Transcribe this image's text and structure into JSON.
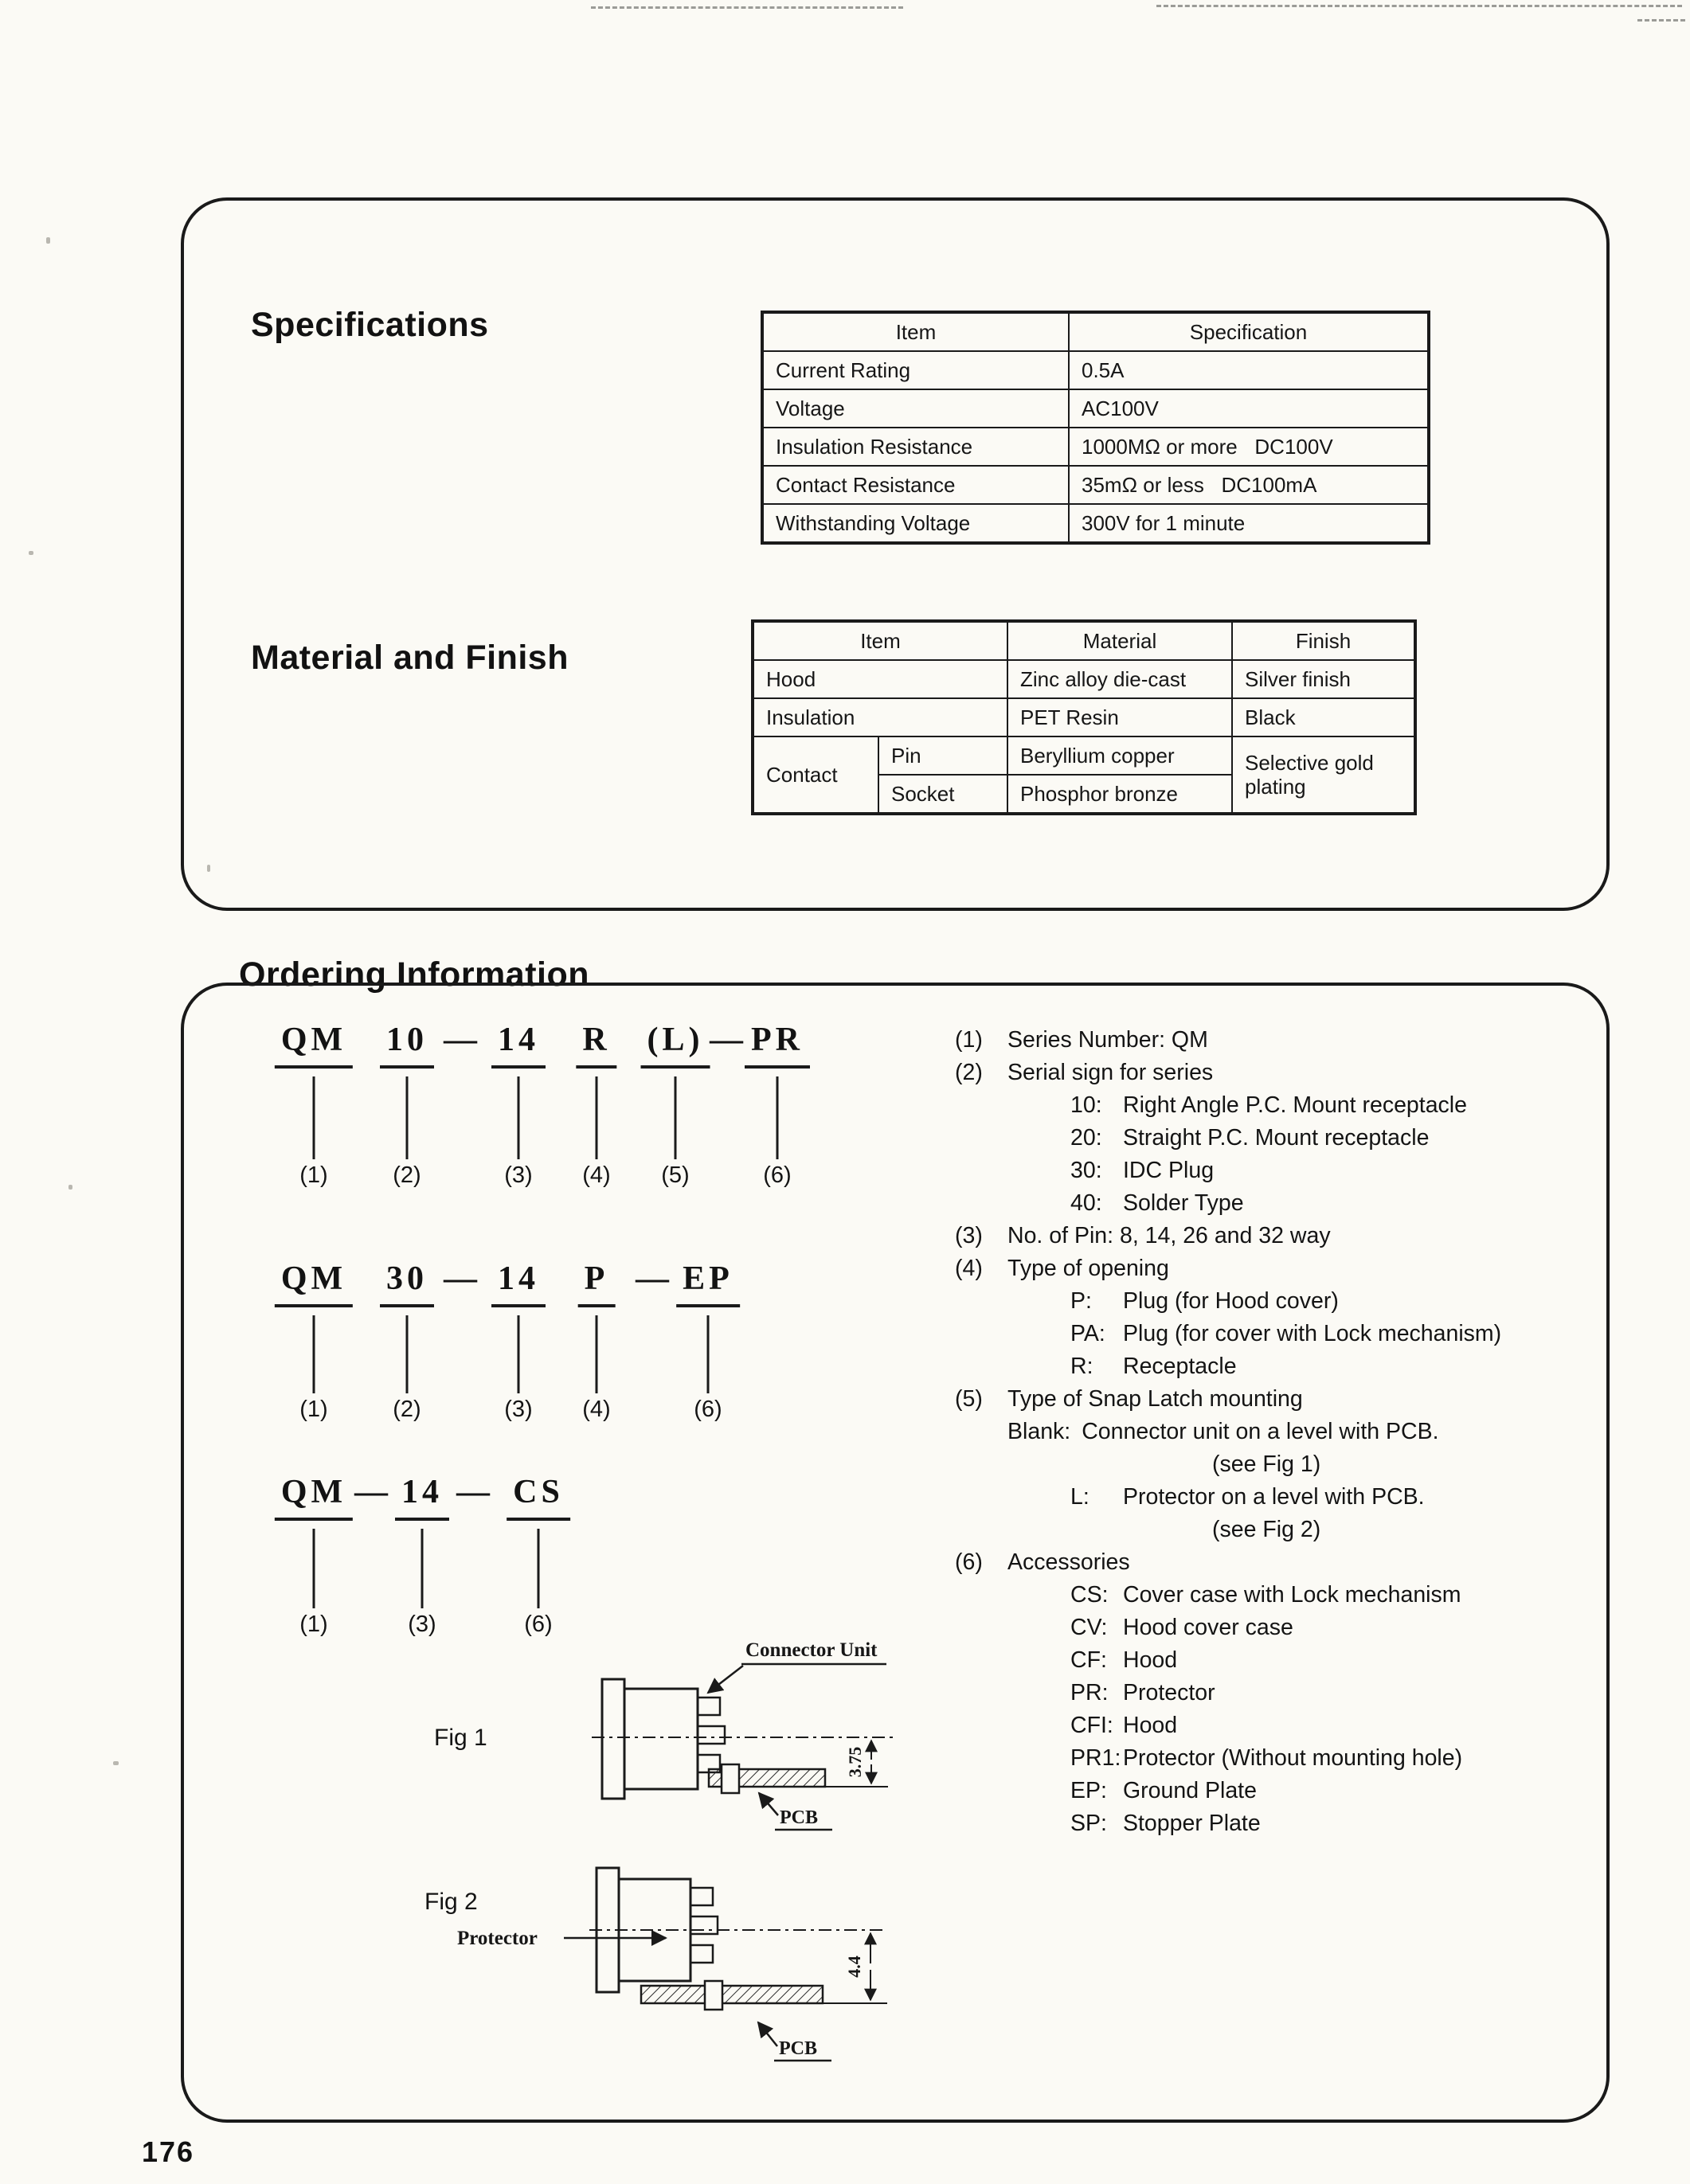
{
  "page": {
    "number": "176"
  },
  "specifications": {
    "title": "Specifications",
    "headers": {
      "item": "Item",
      "spec": "Specification"
    },
    "rows": [
      {
        "item": "Current Rating",
        "spec": "0.5A"
      },
      {
        "item": "Voltage",
        "spec": "AC100V"
      },
      {
        "item": "Insulation Resistance",
        "spec": "1000MΩ or more   DC100V"
      },
      {
        "item": "Contact Resistance",
        "spec": "35mΩ or less   DC100mA"
      },
      {
        "item": "Withstanding Voltage",
        "spec": "300V for 1 minute"
      }
    ]
  },
  "material": {
    "title": "Material and Finish",
    "headers": {
      "item": "Item",
      "material": "Material",
      "finish": "Finish"
    },
    "rows": [
      {
        "item": "Hood",
        "material": "Zinc alloy die-cast",
        "finish": "Silver finish"
      },
      {
        "item": "Insulation",
        "material": "PET Resin",
        "finish": "Black"
      }
    ],
    "contact": {
      "label": "Contact",
      "pin": {
        "item": "Pin",
        "material": "Beryllium copper"
      },
      "socket": {
        "item": "Socket",
        "material": "Phosphor bronze"
      },
      "finish": "Selective gold plating"
    }
  },
  "ordering": {
    "title": "Ordering Information",
    "code1": {
      "tokens": [
        "QM",
        "10",
        "14",
        "R",
        "(L)",
        "PR"
      ],
      "dashes": [
        "—",
        "—"
      ],
      "callouts": [
        "(1)",
        "(2)",
        "(3)",
        "(4)",
        "(5)",
        "(6)"
      ]
    },
    "code2": {
      "tokens": [
        "QM",
        "30",
        "14",
        "P",
        "EP"
      ],
      "dashes": [
        "—",
        "—"
      ],
      "callouts": [
        "(1)",
        "(2)",
        "(3)",
        "(4)",
        "(6)"
      ]
    },
    "code3": {
      "tokens": [
        "QM",
        "14",
        "CS"
      ],
      "dashes": [
        "—",
        "—"
      ],
      "callouts": [
        "(1)",
        "(3)",
        "(6)"
      ]
    },
    "notes": [
      {
        "num": "(1)",
        "title": "Series Number: QM",
        "subs": []
      },
      {
        "num": "(2)",
        "title": "Serial sign for series",
        "subs": [
          {
            "k": "10:",
            "t": "Right Angle P.C. Mount receptacle"
          },
          {
            "k": "20:",
            "t": "Straight P.C. Mount receptacle"
          },
          {
            "k": "30:",
            "t": "IDC Plug"
          },
          {
            "k": "40:",
            "t": "Solder Type"
          }
        ]
      },
      {
        "num": "(3)",
        "title": "No. of Pin: 8, 14, 26 and 32 way",
        "subs": []
      },
      {
        "num": "(4)",
        "title": "Type of opening",
        "subs": [
          {
            "k": "P:",
            "t": "Plug (for Hood cover)"
          },
          {
            "k": "PA:",
            "t": "Plug (for cover with Lock mechanism)"
          },
          {
            "k": "R:",
            "t": "Receptacle"
          }
        ]
      },
      {
        "num": "(5)",
        "title": "Type of Snap Latch mounting",
        "subs": [
          {
            "k": "Blank:",
            "t": "Connector unit on a level with PCB."
          },
          {
            "k": "",
            "t": "(see Fig 1)"
          },
          {
            "k": "L:",
            "t": "Protector on a level with PCB."
          },
          {
            "k": "",
            "t": "(see Fig 2)"
          }
        ]
      },
      {
        "num": "(6)",
        "title": "Accessories",
        "subs": [
          {
            "k": "CS:",
            "t": "Cover case with Lock mechanism"
          },
          {
            "k": "CV:",
            "t": "Hood cover case"
          },
          {
            "k": "CF:",
            "t": "Hood"
          },
          {
            "k": "PR:",
            "t": "Protector"
          },
          {
            "k": "CFI:",
            "t": "Hood"
          },
          {
            "k": "PR1:",
            "t": "Protector (Without mounting hole)"
          },
          {
            "k": "EP:",
            "t": "Ground Plate"
          },
          {
            "k": "SP:",
            "t": "Stopper Plate"
          }
        ]
      }
    ]
  },
  "figures": {
    "fig1": {
      "label": "Fig 1",
      "annotation": "Connector Unit",
      "pcb_label": "PCB",
      "dimension": "3.75"
    },
    "fig2": {
      "label": "Fig 2",
      "annotation": "Protector",
      "pcb_label": "PCB",
      "dimension": "4.4"
    }
  }
}
